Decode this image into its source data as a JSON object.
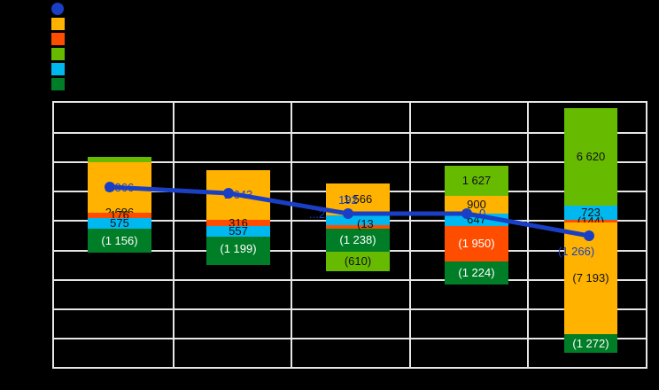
{
  "legend": {
    "items": [
      {
        "name": "series-line",
        "marker": "circle",
        "color": "#1a3fc4",
        "label": ""
      },
      {
        "name": "series-amber",
        "marker": "square",
        "color": "#ffb300",
        "label": ""
      },
      {
        "name": "series-orange",
        "marker": "square",
        "color": "#ff4d00",
        "label": ""
      },
      {
        "name": "series-yellow-green",
        "marker": "square",
        "color": "#66bb00",
        "label": ""
      },
      {
        "name": "series-cyan",
        "marker": "square",
        "color": "#00b8f0",
        "label": ""
      },
      {
        "name": "series-dark-green",
        "marker": "square",
        "color": "#007d27",
        "label": ""
      }
    ]
  },
  "chart_data": {
    "type": "bar",
    "title": "",
    "xlabel": "",
    "ylabel": "",
    "grid": true,
    "legend_position": "top-left",
    "categories": [
      "",
      "",
      "",
      "",
      ""
    ],
    "series": [
      {
        "name": "amber",
        "color": "#ffb300",
        "values": [
          2686,
          2017,
          1566,
          900,
          -7193
        ],
        "labels": [
          "2 686",
          "2 017",
          "1 566",
          "900",
          "(7 193)"
        ]
      },
      {
        "name": "orange",
        "color": "#ff4d00",
        "values": [
          176,
          316,
          192,
          -1950,
          -144
        ],
        "labels": [
          "176",
          "316",
          "192",
          "(1 950)",
          "(144)"
        ]
      },
      {
        "name": "yellow-green",
        "color": "#66bb00",
        "values": [
          2366,
          1643,
          -610,
          1627,
          6620
        ],
        "labels": [
          "2 366",
          "1 643",
          "(610)",
          "1 627",
          "6 620"
        ]
      },
      {
        "name": "cyan",
        "color": "#00b8f0",
        "values": [
          575,
          557,
          0,
          647,
          723
        ],
        "labels": [
          "575",
          "557",
          "",
          "647",
          "723"
        ]
      },
      {
        "name": "dark-green",
        "color": "#007d27",
        "values": [
          -1156,
          -1199,
          -1238,
          -1224,
          -1272
        ],
        "labels": [
          "(1 156)",
          "(1 199)",
          "(1 238)",
          "(1 224)",
          "(1 272)"
        ]
      }
    ],
    "line_series": {
      "name": "total-line",
      "color": "#1a3fc4",
      "labels": [
        "",
        "",
        "",
        "0",
        "(1 266)"
      ],
      "point_labels_visible": [
        "",
        "",
        "...2",
        "0",
        "(1 266)"
      ]
    },
    "clipped_labels": [
      "192",
      "(13",
      "(61"
    ]
  },
  "bars": [
    {
      "name": "bar-1",
      "left": 38,
      "width": 72,
      "segments": [
        {
          "name": "seg-ygreen",
          "color": "#66bb00",
          "top": 61,
          "height": 6,
          "label": "",
          "labelColor": "t-dark"
        },
        {
          "name": "seg-amber",
          "color": "#ffb300",
          "top": 67,
          "height": 57,
          "label": "2 366",
          "labelTop": 0,
          "labelColor": "t-blue"
        },
        {
          "name": "seg-amber-2",
          "color": "#ffb300",
          "top": 124,
          "height": 0,
          "label": "2 686",
          "labelColor": "t-dark"
        },
        {
          "name": "seg-orange",
          "color": "#ff4d00",
          "top": 124,
          "height": 6,
          "label": "176",
          "labelColor": "t-dark"
        },
        {
          "name": "seg-cyan",
          "color": "#00b8f0",
          "top": 130,
          "height": 12,
          "label": "575",
          "labelColor": "t-dark"
        },
        {
          "name": "seg-dgreen",
          "color": "#007d27",
          "top": 142,
          "height": 27,
          "label": "(1 156)",
          "labelColor": "t-white"
        }
      ]
    },
    {
      "name": "bar-2",
      "left": 172,
      "width": 72,
      "segments": [
        {
          "name": "seg-amber",
          "color": "#ffb300",
          "top": 76,
          "height": 56,
          "label": "1 643",
          "labelColor": "t-blue"
        },
        {
          "name": "seg-orange",
          "color": "#ff4d00",
          "top": 132,
          "height": 7,
          "label": "316",
          "labelColor": "t-dark"
        },
        {
          "name": "seg-cyan",
          "color": "#00b8f0",
          "top": 139,
          "height": 12,
          "label": "557",
          "labelColor": "t-dark"
        },
        {
          "name": "seg-dgreen",
          "color": "#007d27",
          "top": 151,
          "height": 28,
          "label": "(1 199)",
          "labelColor": "t-white"
        },
        {
          "name": "seg-dgreen-2",
          "color": "#007d27",
          "top": 179,
          "height": 4,
          "label": "",
          "labelColor": "t-dark"
        }
      ]
    },
    {
      "name": "bar-3",
      "left": 307,
      "width": 72,
      "segments": [
        {
          "name": "seg-amber",
          "color": "#ffb300",
          "top": 91,
          "height": 36,
          "label": "1 566",
          "labelColor": "t-dark"
        },
        {
          "name": "seg-cyan",
          "color": "#00b8f0",
          "top": 127,
          "height": 11,
          "label": "",
          "labelColor": "t-dark"
        },
        {
          "name": "seg-orange",
          "color": "#ff4d00",
          "top": 138,
          "height": 4,
          "label": "",
          "labelColor": "t-dark"
        },
        {
          "name": "seg-dgreen",
          "color": "#007d27",
          "top": 142,
          "height": 26,
          "label": "(1 238)",
          "labelColor": "t-white"
        },
        {
          "name": "seg-ygreen",
          "color": "#66bb00",
          "top": 168,
          "height": 22,
          "label": "(610)",
          "labelColor": "t-dark"
        }
      ]
    },
    {
      "name": "bar-4",
      "left": 441,
      "width": 72,
      "segments": [
        {
          "name": "seg-ygreen",
          "color": "#66bb00",
          "top": 71,
          "height": 34,
          "label": "1 627",
          "labelColor": "t-dark"
        },
        {
          "name": "seg-amber",
          "color": "#ffb300",
          "top": 105,
          "height": 20,
          "label": "900",
          "labelColor": "t-dark"
        },
        {
          "name": "seg-cyan",
          "color": "#00b8f0",
          "top": 125,
          "height": 14,
          "label": "647",
          "labelColor": "t-dark"
        },
        {
          "name": "seg-orange",
          "color": "#ff4d00",
          "top": 139,
          "height": 40,
          "label": "(1 950)",
          "labelColor": "t-white"
        },
        {
          "name": "seg-dgreen",
          "color": "#007d27",
          "top": 179,
          "height": 26,
          "label": "(1 224)",
          "labelColor": "t-white"
        }
      ]
    },
    {
      "name": "bar-5",
      "left": 576,
      "width": 60,
      "segments": [
        {
          "name": "seg-ygreen",
          "color": "#66bb00",
          "top": 6,
          "height": 110,
          "label": "6 620",
          "labelColor": "t-dark"
        },
        {
          "name": "seg-cyan",
          "color": "#00b8f0",
          "top": 116,
          "height": 16,
          "label": "723",
          "labelColor": "t-dark"
        },
        {
          "name": "seg-orange",
          "color": "#ff4d00",
          "top": 132,
          "height": 3,
          "label": "(144)",
          "labelColor": "t-dark"
        },
        {
          "name": "seg-amber",
          "color": "#ffb300",
          "top": 135,
          "height": 126,
          "label": "(7 193)",
          "labelColor": "t-dark"
        },
        {
          "name": "seg-dgreen",
          "color": "#007d27",
          "top": 261,
          "height": 21,
          "label": "(1 272)",
          "labelColor": "t-white"
        }
      ]
    }
  ],
  "line_points": [
    {
      "name": "point-1",
      "x": 124,
      "y": 211,
      "label": ""
    },
    {
      "name": "point-2",
      "x": 258,
      "y": 218,
      "label": ""
    },
    {
      "name": "point-3",
      "x": 393,
      "y": 241,
      "label": "...2"
    },
    {
      "name": "point-4",
      "x": 527,
      "y": 241,
      "label": "0"
    },
    {
      "name": "point-5",
      "x": 665,
      "y": 266,
      "label": "(1 266)"
    }
  ],
  "colors": {
    "background": "#000000",
    "grid": "#e6e6e6",
    "line": "#1a3fc4",
    "amber": "#ffb300",
    "orange": "#ff4d00",
    "yellow_green": "#66bb00",
    "cyan": "#00b8f0",
    "dark_green": "#007d27"
  }
}
